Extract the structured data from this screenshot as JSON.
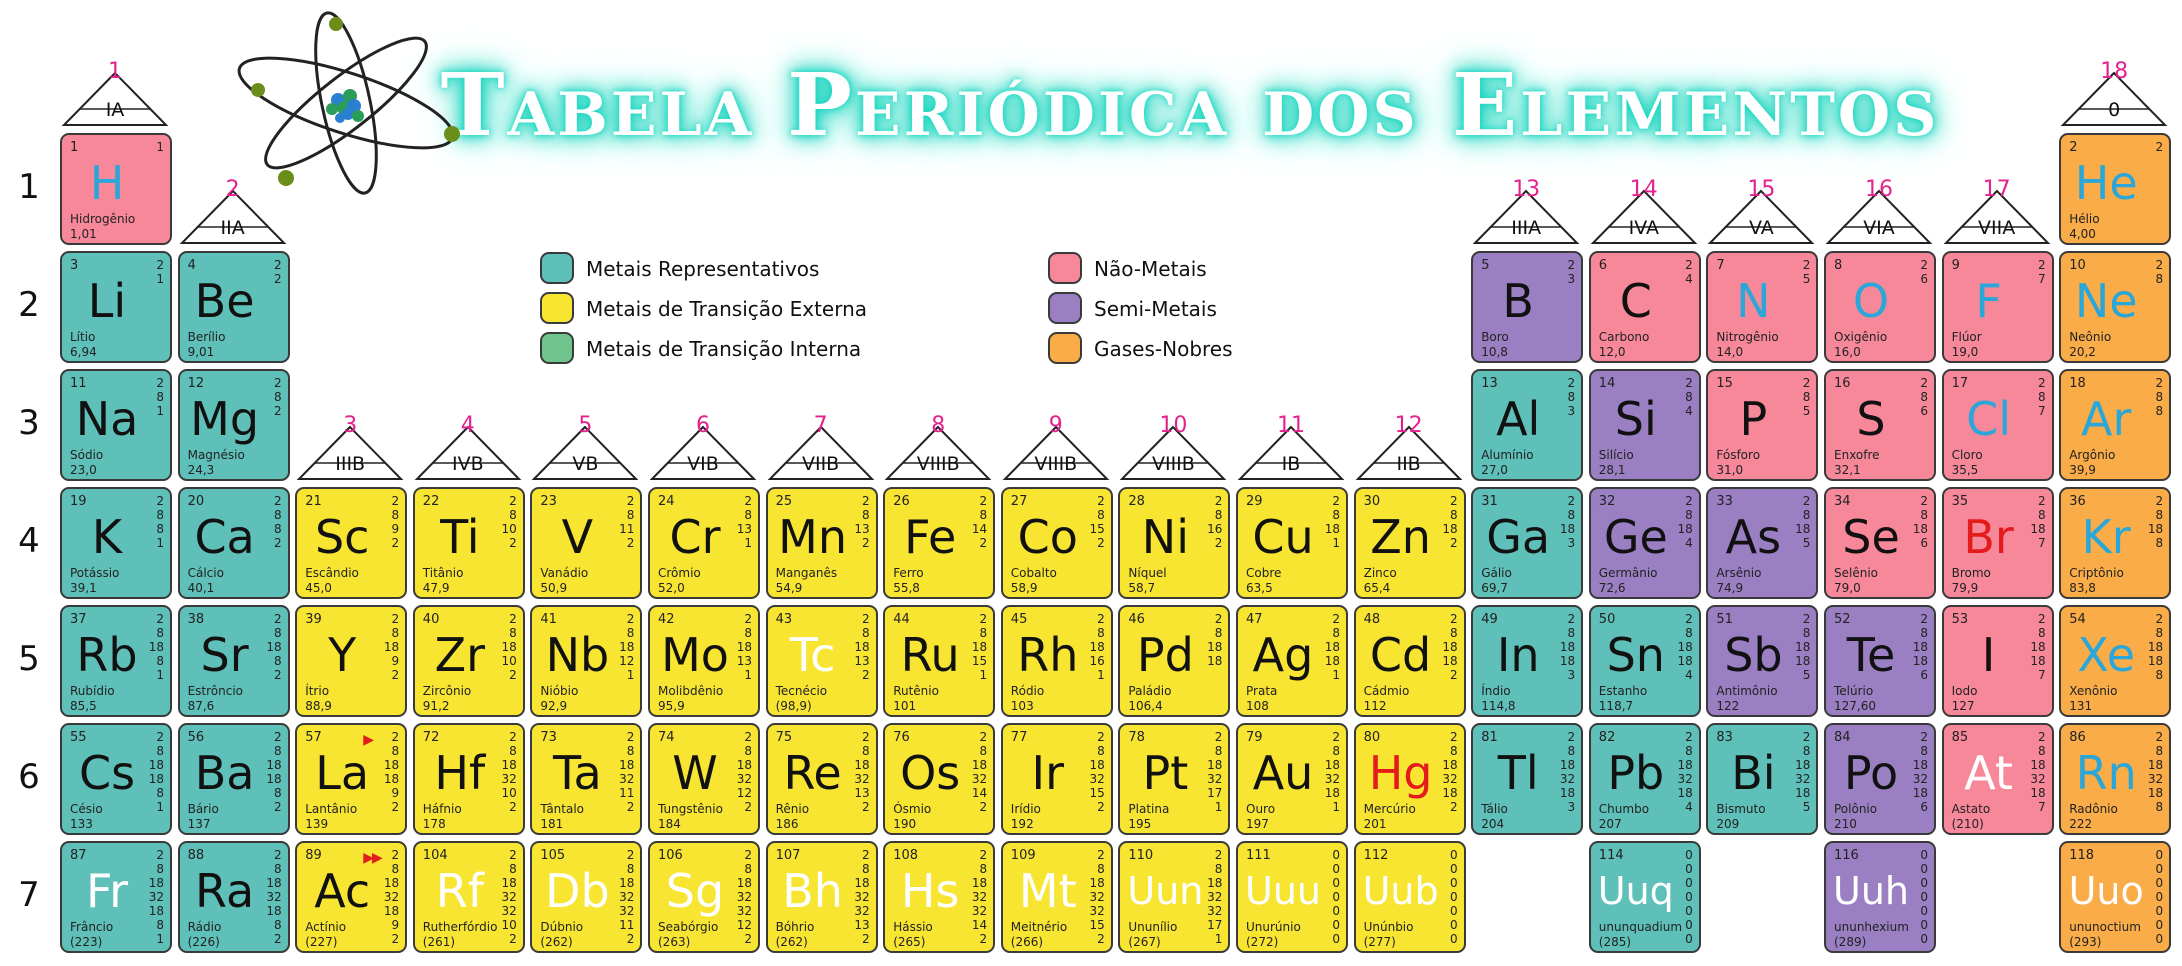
{
  "title": "Tabela Periódica dos Elementos",
  "colors": {
    "representativos": "#5ec0b8",
    "transicao_externa": "#f8e532",
    "transicao_interna": "#6fc48c",
    "nao_metais": "#f6889a",
    "semi_metais": "#9a7fc2",
    "gases_nobres": "#f9ac48"
  },
  "legend": [
    {
      "label": "Metais Representativos",
      "cat": "rep"
    },
    {
      "label": "Metais de Transição Externa",
      "cat": "tre"
    },
    {
      "label": "Metais de Transição Interna",
      "cat": "tri"
    },
    {
      "label": "Não-Metais",
      "cat": "nm"
    },
    {
      "label": "Semi-Metais",
      "cat": "sm"
    },
    {
      "label": "Gases-Nobres",
      "cat": "gn"
    }
  ],
  "periods": [
    "1",
    "2",
    "3",
    "4",
    "5",
    "6",
    "7"
  ],
  "groups": [
    {
      "n": "1",
      "r": "IA",
      "col": 1,
      "row": 1
    },
    {
      "n": "2",
      "r": "IIA",
      "col": 2,
      "row": 2
    },
    {
      "n": "3",
      "r": "IIIB",
      "col": 3,
      "row": 4
    },
    {
      "n": "4",
      "r": "IVB",
      "col": 4,
      "row": 4
    },
    {
      "n": "5",
      "r": "VB",
      "col": 5,
      "row": 4
    },
    {
      "n": "6",
      "r": "VIB",
      "col": 6,
      "row": 4
    },
    {
      "n": "7",
      "r": "VIIB",
      "col": 7,
      "row": 4
    },
    {
      "n": "8",
      "r": "VIIIB",
      "col": 8,
      "row": 4
    },
    {
      "n": "9",
      "r": "VIIIB",
      "col": 9,
      "row": 4
    },
    {
      "n": "10",
      "r": "VIIIB",
      "col": 10,
      "row": 4
    },
    {
      "n": "11",
      "r": "IB",
      "col": 11,
      "row": 4
    },
    {
      "n": "12",
      "r": "IIB",
      "col": 12,
      "row": 4
    },
    {
      "n": "13",
      "r": "IIIA",
      "col": 13,
      "row": 2
    },
    {
      "n": "14",
      "r": "IVA",
      "col": 14,
      "row": 2
    },
    {
      "n": "15",
      "r": "VA",
      "col": 15,
      "row": 2
    },
    {
      "n": "16",
      "r": "VIA",
      "col": 16,
      "row": 2
    },
    {
      "n": "17",
      "r": "VIIA",
      "col": 17,
      "row": 2
    },
    {
      "n": "18",
      "r": "0",
      "col": 18,
      "row": 1
    }
  ],
  "elements": [
    {
      "z": "1",
      "s": "H",
      "name": "Hidrogênio",
      "m": "1,01",
      "sh": "1",
      "col": 1,
      "row": 1,
      "cat": "nm",
      "sc": "#2aa7d8"
    },
    {
      "z": "2",
      "s": "He",
      "name": "Hélio",
      "m": "4,00",
      "sh": "2",
      "col": 18,
      "row": 1,
      "cat": "gn",
      "sc": "#2aa7d8"
    },
    {
      "z": "3",
      "s": "Li",
      "name": "Lítio",
      "m": "6,94",
      "sh": "2\n1",
      "col": 1,
      "row": 2,
      "cat": "rep",
      "sc": "#111111"
    },
    {
      "z": "4",
      "s": "Be",
      "name": "Berílio",
      "m": "9,01",
      "sh": "2\n2",
      "col": 2,
      "row": 2,
      "cat": "rep",
      "sc": "#111111"
    },
    {
      "z": "5",
      "s": "B",
      "name": "Boro",
      "m": "10,8",
      "sh": "2\n3",
      "col": 13,
      "row": 2,
      "cat": "sm",
      "sc": "#111111"
    },
    {
      "z": "6",
      "s": "C",
      "name": "Carbono",
      "m": "12,0",
      "sh": "2\n4",
      "col": 14,
      "row": 2,
      "cat": "nm",
      "sc": "#111111"
    },
    {
      "z": "7",
      "s": "N",
      "name": "Nitrogênio",
      "m": "14,0",
      "sh": "2\n5",
      "col": 15,
      "row": 2,
      "cat": "nm",
      "sc": "#2aa7d8"
    },
    {
      "z": "8",
      "s": "O",
      "name": "Oxigênio",
      "m": "16,0",
      "sh": "2\n6",
      "col": 16,
      "row": 2,
      "cat": "nm",
      "sc": "#2aa7d8"
    },
    {
      "z": "9",
      "s": "F",
      "name": "Flúor",
      "m": "19,0",
      "sh": "2\n7",
      "col": 17,
      "row": 2,
      "cat": "nm",
      "sc": "#2aa7d8"
    },
    {
      "z": "10",
      "s": "Ne",
      "name": "Neônio",
      "m": "20,2",
      "sh": "2\n8",
      "col": 18,
      "row": 2,
      "cat": "gn",
      "sc": "#2aa7d8"
    },
    {
      "z": "11",
      "s": "Na",
      "name": "Sódio",
      "m": "23,0",
      "sh": "2\n8\n1",
      "col": 1,
      "row": 3,
      "cat": "rep",
      "sc": "#111111"
    },
    {
      "z": "12",
      "s": "Mg",
      "name": "Magnésio",
      "m": "24,3",
      "sh": "2\n8\n2",
      "col": 2,
      "row": 3,
      "cat": "rep",
      "sc": "#111111"
    },
    {
      "z": "13",
      "s": "Al",
      "name": "Alumínio",
      "m": "27,0",
      "sh": "2\n8\n3",
      "col": 13,
      "row": 3,
      "cat": "rep",
      "sc": "#111111"
    },
    {
      "z": "14",
      "s": "Si",
      "name": "Silício",
      "m": "28,1",
      "sh": "2\n8\n4",
      "col": 14,
      "row": 3,
      "cat": "sm",
      "sc": "#111111"
    },
    {
      "z": "15",
      "s": "P",
      "name": "Fósforo",
      "m": "31,0",
      "sh": "2\n8\n5",
      "col": 15,
      "row": 3,
      "cat": "nm",
      "sc": "#111111"
    },
    {
      "z": "16",
      "s": "S",
      "name": "Enxofre",
      "m": "32,1",
      "sh": "2\n8\n6",
      "col": 16,
      "row": 3,
      "cat": "nm",
      "sc": "#111111"
    },
    {
      "z": "17",
      "s": "Cl",
      "name": "Cloro",
      "m": "35,5",
      "sh": "2\n8\n7",
      "col": 17,
      "row": 3,
      "cat": "nm",
      "sc": "#2aa7d8"
    },
    {
      "z": "18",
      "s": "Ar",
      "name": "Argônio",
      "m": "39,9",
      "sh": "2\n8\n8",
      "col": 18,
      "row": 3,
      "cat": "gn",
      "sc": "#2aa7d8"
    },
    {
      "z": "19",
      "s": "K",
      "name": "Potássio",
      "m": "39,1",
      "sh": "2\n8\n8\n1",
      "col": 1,
      "row": 4,
      "cat": "rep",
      "sc": "#111111"
    },
    {
      "z": "20",
      "s": "Ca",
      "name": "Cálcio",
      "m": "40,1",
      "sh": "2\n8\n8\n2",
      "col": 2,
      "row": 4,
      "cat": "rep",
      "sc": "#111111"
    },
    {
      "z": "21",
      "s": "Sc",
      "name": "Escândio",
      "m": "45,0",
      "sh": "2\n8\n9\n2",
      "col": 3,
      "row": 4,
      "cat": "tre",
      "sc": "#111111"
    },
    {
      "z": "22",
      "s": "Ti",
      "name": "Titânio",
      "m": "47,9",
      "sh": "2\n8\n10\n2",
      "col": 4,
      "row": 4,
      "cat": "tre",
      "sc": "#111111"
    },
    {
      "z": "23",
      "s": "V",
      "name": "Vanádio",
      "m": "50,9",
      "sh": "2\n8\n11\n2",
      "col": 5,
      "row": 4,
      "cat": "tre",
      "sc": "#111111"
    },
    {
      "z": "24",
      "s": "Cr",
      "name": "Crômio",
      "m": "52,0",
      "sh": "2\n8\n13\n1",
      "col": 6,
      "row": 4,
      "cat": "tre",
      "sc": "#111111"
    },
    {
      "z": "25",
      "s": "Mn",
      "name": "Manganês",
      "m": "54,9",
      "sh": "2\n8\n13\n2",
      "col": 7,
      "row": 4,
      "cat": "tre",
      "sc": "#111111"
    },
    {
      "z": "26",
      "s": "Fe",
      "name": "Ferro",
      "m": "55,8",
      "sh": "2\n8\n14\n2",
      "col": 8,
      "row": 4,
      "cat": "tre",
      "sc": "#111111"
    },
    {
      "z": "27",
      "s": "Co",
      "name": "Cobalto",
      "m": "58,9",
      "sh": "2\n8\n15\n2",
      "col": 9,
      "row": 4,
      "cat": "tre",
      "sc": "#111111"
    },
    {
      "z": "28",
      "s": "Ni",
      "name": "Níquel",
      "m": "58,7",
      "sh": "2\n8\n16\n2",
      "col": 10,
      "row": 4,
      "cat": "tre",
      "sc": "#111111"
    },
    {
      "z": "29",
      "s": "Cu",
      "name": "Cobre",
      "m": "63,5",
      "sh": "2\n8\n18\n1",
      "col": 11,
      "row": 4,
      "cat": "tre",
      "sc": "#111111"
    },
    {
      "z": "30",
      "s": "Zn",
      "name": "Zinco",
      "m": "65,4",
      "sh": "2\n8\n18\n2",
      "col": 12,
      "row": 4,
      "cat": "tre",
      "sc": "#111111"
    },
    {
      "z": "31",
      "s": "Ga",
      "name": "Gálio",
      "m": "69,7",
      "sh": "2\n8\n18\n3",
      "col": 13,
      "row": 4,
      "cat": "rep",
      "sc": "#111111"
    },
    {
      "z": "32",
      "s": "Ge",
      "name": "Germânio",
      "m": "72,6",
      "sh": "2\n8\n18\n4",
      "col": 14,
      "row": 4,
      "cat": "sm",
      "sc": "#111111"
    },
    {
      "z": "33",
      "s": "As",
      "name": "Arsênio",
      "m": "74,9",
      "sh": "2\n8\n18\n5",
      "col": 15,
      "row": 4,
      "cat": "sm",
      "sc": "#111111"
    },
    {
      "z": "34",
      "s": "Se",
      "name": "Selênio",
      "m": "79,0",
      "sh": "2\n8\n18\n6",
      "col": 16,
      "row": 4,
      "cat": "nm",
      "sc": "#111111"
    },
    {
      "z": "35",
      "s": "Br",
      "name": "Bromo",
      "m": "79,9",
      "sh": "2\n8\n18\n7",
      "col": 17,
      "row": 4,
      "cat": "nm",
      "sc": "#e41b1b"
    },
    {
      "z": "36",
      "s": "Kr",
      "name": "Criptônio",
      "m": "83,8",
      "sh": "2\n8\n18\n8",
      "col": 18,
      "row": 4,
      "cat": "gn",
      "sc": "#2aa7d8"
    },
    {
      "z": "37",
      "s": "Rb",
      "name": "Rubídio",
      "m": "85,5",
      "sh": "2\n8\n18\n8\n1",
      "col": 1,
      "row": 5,
      "cat": "rep",
      "sc": "#111111"
    },
    {
      "z": "38",
      "s": "Sr",
      "name": "Estrôncio",
      "m": "87,6",
      "sh": "2\n8\n18\n8\n2",
      "col": 2,
      "row": 5,
      "cat": "rep",
      "sc": "#111111"
    },
    {
      "z": "39",
      "s": "Y",
      "name": "Ítrio",
      "m": "88,9",
      "sh": "2\n8\n18\n9\n2",
      "col": 3,
      "row": 5,
      "cat": "tre",
      "sc": "#111111"
    },
    {
      "z": "40",
      "s": "Zr",
      "name": "Zircônio",
      "m": "91,2",
      "sh": "2\n8\n18\n10\n2",
      "col": 4,
      "row": 5,
      "cat": "tre",
      "sc": "#111111"
    },
    {
      "z": "41",
      "s": "Nb",
      "name": "Nióbio",
      "m": "92,9",
      "sh": "2\n8\n18\n12\n1",
      "col": 5,
      "row": 5,
      "cat": "tre",
      "sc": "#111111"
    },
    {
      "z": "42",
      "s": "Mo",
      "name": "Molibdênio",
      "m": "95,9",
      "sh": "2\n8\n18\n13\n1",
      "col": 6,
      "row": 5,
      "cat": "tre",
      "sc": "#111111"
    },
    {
      "z": "43",
      "s": "Tc",
      "name": "Tecnécio",
      "m": "(98,9)",
      "sh": "2\n8\n18\n13\n2",
      "col": 7,
      "row": 5,
      "cat": "tre",
      "sc": "#ffffff"
    },
    {
      "z": "44",
      "s": "Ru",
      "name": "Rutênio",
      "m": "101",
      "sh": "2\n8\n18\n15\n1",
      "col": 8,
      "row": 5,
      "cat": "tre",
      "sc": "#111111"
    },
    {
      "z": "45",
      "s": "Rh",
      "name": "Ródio",
      "m": "103",
      "sh": "2\n8\n18\n16\n1",
      "col": 9,
      "row": 5,
      "cat": "tre",
      "sc": "#111111"
    },
    {
      "z": "46",
      "s": "Pd",
      "name": "Paládio",
      "m": "106,4",
      "sh": "2\n8\n18\n18",
      "col": 10,
      "row": 5,
      "cat": "tre",
      "sc": "#111111"
    },
    {
      "z": "47",
      "s": "Ag",
      "name": "Prata",
      "m": "108",
      "sh": "2\n8\n18\n18\n1",
      "col": 11,
      "row": 5,
      "cat": "tre",
      "sc": "#111111"
    },
    {
      "z": "48",
      "s": "Cd",
      "name": "Cádmio",
      "m": "112",
      "sh": "2\n8\n18\n18\n2",
      "col": 12,
      "row": 5,
      "cat": "tre",
      "sc": "#111111"
    },
    {
      "z": "49",
      "s": "In",
      "name": "Índio",
      "m": "114,8",
      "sh": "2\n8\n18\n18\n3",
      "col": 13,
      "row": 5,
      "cat": "rep",
      "sc": "#111111"
    },
    {
      "z": "50",
      "s": "Sn",
      "name": "Estanho",
      "m": "118,7",
      "sh": "2\n8\n18\n18\n4",
      "col": 14,
      "row": 5,
      "cat": "rep",
      "sc": "#111111"
    },
    {
      "z": "51",
      "s": "Sb",
      "name": "Antimônio",
      "m": "122",
      "sh": "2\n8\n18\n18\n5",
      "col": 15,
      "row": 5,
      "cat": "sm",
      "sc": "#111111"
    },
    {
      "z": "52",
      "s": "Te",
      "name": "Telúrio",
      "m": "127,60",
      "sh": "2\n8\n18\n18\n6",
      "col": 16,
      "row": 5,
      "cat": "sm",
      "sc": "#111111"
    },
    {
      "z": "53",
      "s": "I",
      "name": "Iodo",
      "m": "127",
      "sh": "2\n8\n18\n18\n7",
      "col": 17,
      "row": 5,
      "cat": "nm",
      "sc": "#111111"
    },
    {
      "z": "54",
      "s": "Xe",
      "name": "Xenônio",
      "m": "131",
      "sh": "2\n8\n18\n18\n8",
      "col": 18,
      "row": 5,
      "cat": "gn",
      "sc": "#2aa7d8"
    },
    {
      "z": "55",
      "s": "Cs",
      "name": "Césio",
      "m": "133",
      "sh": "2\n8\n18\n18\n8\n1",
      "col": 1,
      "row": 6,
      "cat": "rep",
      "sc": "#111111"
    },
    {
      "z": "56",
      "s": "Ba",
      "name": "Bário",
      "m": "137",
      "sh": "2\n8\n18\n18\n8\n2",
      "col": 2,
      "row": 6,
      "cat": "rep",
      "sc": "#111111"
    },
    {
      "z": "57",
      "s": "La",
      "name": "Lantânio",
      "m": "139",
      "sh": "2\n8\n18\n18\n9\n2",
      "col": 3,
      "row": 6,
      "cat": "tre",
      "sc": "#111111",
      "arrow": "▶"
    },
    {
      "z": "72",
      "s": "Hf",
      "name": "Háfnio",
      "m": "178",
      "sh": "2\n8\n18\n32\n10\n2",
      "col": 4,
      "row": 6,
      "cat": "tre",
      "sc": "#111111"
    },
    {
      "z": "73",
      "s": "Ta",
      "name": "Tântalo",
      "m": "181",
      "sh": "2\n8\n18\n32\n11\n2",
      "col": 5,
      "row": 6,
      "cat": "tre",
      "sc": "#111111"
    },
    {
      "z": "74",
      "s": "W",
      "name": "Tungstênio",
      "m": "184",
      "sh": "2\n8\n18\n32\n12\n2",
      "col": 6,
      "row": 6,
      "cat": "tre",
      "sc": "#111111"
    },
    {
      "z": "75",
      "s": "Re",
      "name": "Rênio",
      "m": "186",
      "sh": "2\n8\n18\n32\n13\n2",
      "col": 7,
      "row": 6,
      "cat": "tre",
      "sc": "#111111"
    },
    {
      "z": "76",
      "s": "Os",
      "name": "Ósmio",
      "m": "190",
      "sh": "2\n8\n18\n32\n14\n2",
      "col": 8,
      "row": 6,
      "cat": "tre",
      "sc": "#111111"
    },
    {
      "z": "77",
      "s": "Ir",
      "name": "Irídio",
      "m": "192",
      "sh": "2\n8\n18\n32\n15\n2",
      "col": 9,
      "row": 6,
      "cat": "tre",
      "sc": "#111111"
    },
    {
      "z": "78",
      "s": "Pt",
      "name": "Platina",
      "m": "195",
      "sh": "2\n8\n18\n32\n17\n1",
      "col": 10,
      "row": 6,
      "cat": "tre",
      "sc": "#111111"
    },
    {
      "z": "79",
      "s": "Au",
      "name": "Ouro",
      "m": "197",
      "sh": "2\n8\n18\n32\n18\n1",
      "col": 11,
      "row": 6,
      "cat": "tre",
      "sc": "#111111"
    },
    {
      "z": "80",
      "s": "Hg",
      "name": "Mercúrio",
      "m": "201",
      "sh": "2\n8\n18\n32\n18\n2",
      "col": 12,
      "row": 6,
      "cat": "tre",
      "sc": "#e41b1b"
    },
    {
      "z": "81",
      "s": "Tl",
      "name": "Tálio",
      "m": "204",
      "sh": "2\n8\n18\n32\n18\n3",
      "col": 13,
      "row": 6,
      "cat": "rep",
      "sc": "#111111"
    },
    {
      "z": "82",
      "s": "Pb",
      "name": "Chumbo",
      "m": "207",
      "sh": "2\n8\n18\n32\n18\n4",
      "col": 14,
      "row": 6,
      "cat": "rep",
      "sc": "#111111"
    },
    {
      "z": "83",
      "s": "Bi",
      "name": "Bismuto",
      "m": "209",
      "sh": "2\n8\n18\n32\n18\n5",
      "col": 15,
      "row": 6,
      "cat": "rep",
      "sc": "#111111"
    },
    {
      "z": "84",
      "s": "Po",
      "name": "Polônio",
      "m": "210",
      "sh": "2\n8\n18\n32\n18\n6",
      "col": 16,
      "row": 6,
      "cat": "sm",
      "sc": "#111111"
    },
    {
      "z": "85",
      "s": "At",
      "name": "Astato",
      "m": "(210)",
      "sh": "2\n8\n18\n32\n18\n7",
      "col": 17,
      "row": 6,
      "cat": "nm",
      "sc": "#ffffff"
    },
    {
      "z": "86",
      "s": "Rn",
      "name": "Radônio",
      "m": "222",
      "sh": "2\n8\n18\n32\n18\n8",
      "col": 18,
      "row": 6,
      "cat": "gn",
      "sc": "#2aa7d8"
    },
    {
      "z": "87",
      "s": "Fr",
      "name": "Frâncio",
      "m": "(223)",
      "sh": "2\n8\n18\n32\n18\n8\n1",
      "col": 1,
      "row": 7,
      "cat": "rep",
      "sc": "#ffffff"
    },
    {
      "z": "88",
      "s": "Ra",
      "name": "Rádio",
      "m": "(226)",
      "sh": "2\n8\n18\n32\n18\n8\n2",
      "col": 2,
      "row": 7,
      "cat": "rep",
      "sc": "#111111"
    },
    {
      "z": "89",
      "s": "Ac",
      "name": "Actínio",
      "m": "(227)",
      "sh": "2\n8\n18\n32\n18\n9\n2",
      "col": 3,
      "row": 7,
      "cat": "tre",
      "sc": "#111111",
      "arrow": "▶▶"
    },
    {
      "z": "104",
      "s": "Rf",
      "name": "Rutherfórdio",
      "m": "(261)",
      "sh": "2\n8\n18\n32\n32\n10\n2",
      "col": 4,
      "row": 7,
      "cat": "tre",
      "sc": "#ffffff"
    },
    {
      "z": "105",
      "s": "Db",
      "name": "Dúbnio",
      "m": "(262)",
      "sh": "2\n8\n18\n32\n32\n11\n2",
      "col": 5,
      "row": 7,
      "cat": "tre",
      "sc": "#ffffff"
    },
    {
      "z": "106",
      "s": "Sg",
      "name": "Seabórgio",
      "m": "(263)",
      "sh": "2\n8\n18\n32\n32\n12\n2",
      "col": 6,
      "row": 7,
      "cat": "tre",
      "sc": "#ffffff"
    },
    {
      "z": "107",
      "s": "Bh",
      "name": "Bóhrio",
      "m": "(262)",
      "sh": "2\n8\n18\n32\n32\n13\n2",
      "col": 7,
      "row": 7,
      "cat": "tre",
      "sc": "#ffffff"
    },
    {
      "z": "108",
      "s": "Hs",
      "name": "Hássio",
      "m": "(265)",
      "sh": "2\n8\n18\n32\n32\n14\n2",
      "col": 8,
      "row": 7,
      "cat": "tre",
      "sc": "#ffffff"
    },
    {
      "z": "109",
      "s": "Mt",
      "name": "Meitnério",
      "m": "(266)",
      "sh": "2\n8\n18\n32\n32\n15\n2",
      "col": 9,
      "row": 7,
      "cat": "tre",
      "sc": "#ffffff"
    },
    {
      "z": "110",
      "s": "Uun",
      "name": "Ununílio",
      "m": "(267)",
      "sh": "2\n8\n18\n32\n32\n17\n1",
      "col": 10,
      "row": 7,
      "cat": "tre",
      "sc": "#ffffff"
    },
    {
      "z": "111",
      "s": "Uuu",
      "name": "Unurúnio",
      "m": "(272)",
      "sh": "0\n0\n0\n0\n0\n0\n0",
      "col": 11,
      "row": 7,
      "cat": "tre",
      "sc": "#ffffff"
    },
    {
      "z": "112",
      "s": "Uub",
      "name": "Unúnbio",
      "m": "(277)",
      "sh": "0\n0\n0\n0\n0\n0\n0",
      "col": 12,
      "row": 7,
      "cat": "tre",
      "sc": "#ffffff"
    },
    {
      "z": "114",
      "s": "Uuq",
      "name": "ununquadium",
      "m": "(285)",
      "sh": "0\n0\n0\n0\n0\n0\n0",
      "col": 14,
      "row": 7,
      "cat": "rep",
      "sc": "#ffffff"
    },
    {
      "z": "116",
      "s": "Uuh",
      "name": "ununhexium",
      "m": "(289)",
      "sh": "0\n0\n0\n0\n0\n0\n0",
      "col": 16,
      "row": 7,
      "cat": "sm",
      "sc": "#ffffff"
    },
    {
      "z": "118",
      "s": "Uuo",
      "name": "ununoctium",
      "m": "(293)",
      "sh": "0\n0\n0\n0\n0\n0\n0",
      "col": 18,
      "row": 7,
      "cat": "gn",
      "sc": "#ffffff"
    }
  ]
}
